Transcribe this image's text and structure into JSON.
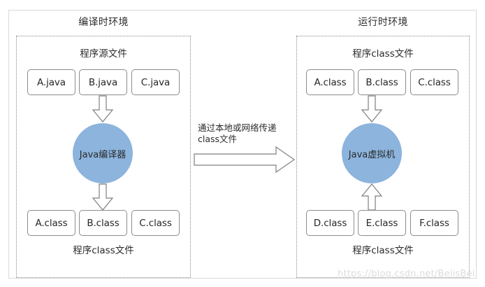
{
  "diagram": {
    "title_left": "编译时环境",
    "title_right": "运行时环境",
    "left_panel": {
      "top_label": "程序源文件",
      "bottom_label": "程序class文件",
      "top_boxes": [
        "A.java",
        "B.java",
        "C.java"
      ],
      "bottom_boxes": [
        "A.class",
        "B.class",
        "C.class"
      ],
      "circle_label": "Java编译器"
    },
    "right_panel": {
      "top_label": "程序class文件",
      "bottom_label": "程序class文件",
      "top_boxes": [
        "A.class",
        "B.class",
        "C.class"
      ],
      "bottom_boxes": [
        "D.class",
        "E.class",
        "F.class"
      ],
      "circle_label": "Java虚拟机"
    },
    "transfer_label": {
      "line1": "通过本地或网络传递",
      "line2": "class文件"
    },
    "watermark": "https://blog.csdn.net/BeiisBei",
    "colors": {
      "circle_fill": "#8cb4dd",
      "box_border": "#8c8c8c",
      "panel_border": "#8a8a8a",
      "frame_border": "#d9d9d9",
      "arrow_stroke": "#7f7f7f",
      "text": "#2b2b2b"
    }
  }
}
